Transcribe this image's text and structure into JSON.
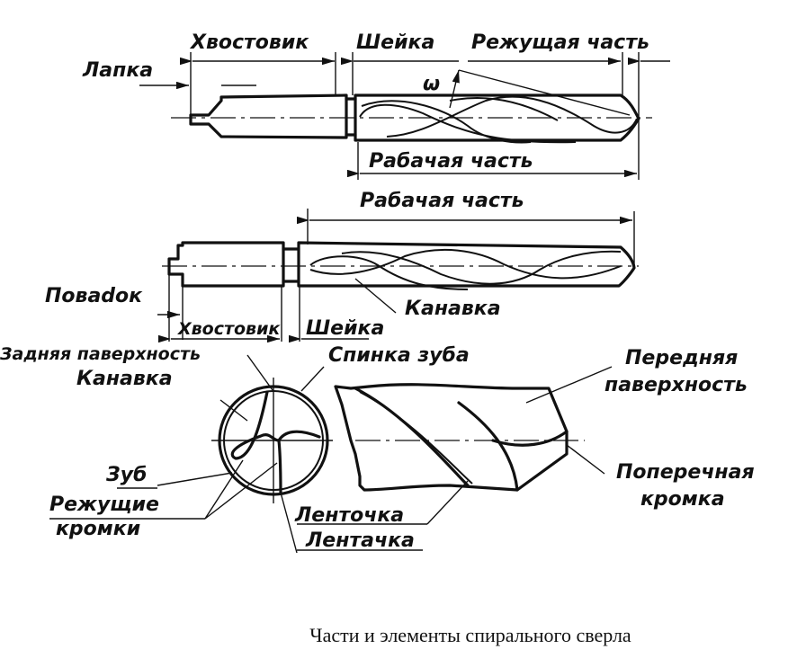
{
  "figure": {
    "title": "Части и элементы спирального сверла",
    "colors": {
      "ink": "#111111",
      "paper": "#ffffff"
    }
  },
  "drill_taper": {
    "labels": {
      "tang": "Лапка",
      "shank": "Хвостовик",
      "neck": "Шейка",
      "cutting_part": "Режущая часть",
      "helix_angle": "ω",
      "working_part": "Рабачая часть"
    }
  },
  "drill_straight": {
    "labels": {
      "working_part": "Рабачая часть",
      "driver": "Поваdок",
      "shank": "Хвостовик",
      "neck": "Шейка",
      "flute": "Канавка"
    }
  },
  "cross_section": {
    "labels": {
      "back_surface": "Задняя паверхность",
      "flute": "Канавка",
      "tooth_back": "Спинка зуба",
      "tooth": "Зуб",
      "cutting_edges_1": "Режущие",
      "cutting_edges_2": "кромки",
      "margin_1": "Ленточка",
      "margin_2": "Лентачка"
    }
  },
  "drill_tip": {
    "labels": {
      "rake_face_1": "Передняя",
      "rake_face_2": "паверхность",
      "chisel_edge_1": "Поперечная",
      "chisel_edge_2": "кромка"
    }
  }
}
